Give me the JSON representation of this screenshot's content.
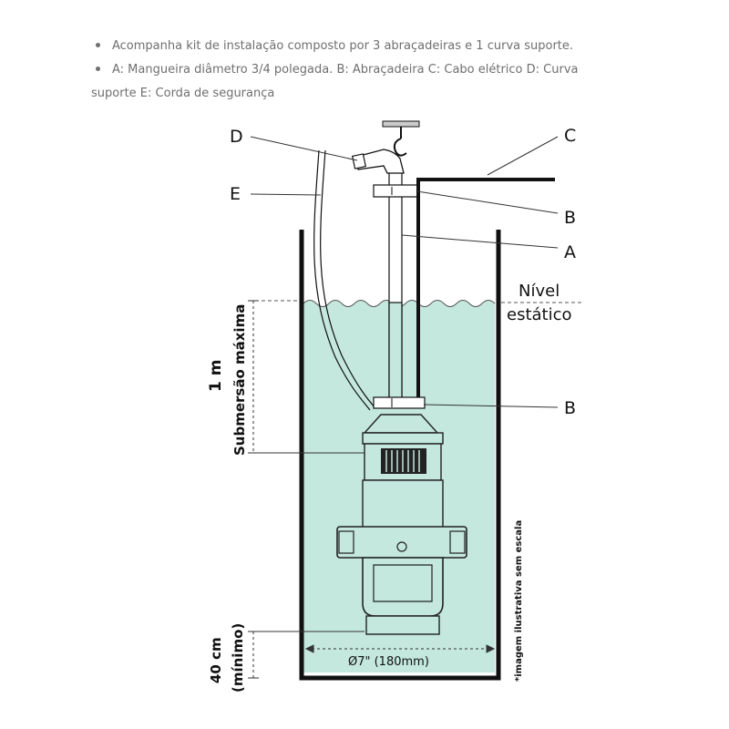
{
  "bullets": [
    {
      "text": "Acompanha kit de instalação composto por 3 abraçadeiras e 1 curva suporte."
    },
    {
      "parts": [
        {
          "key": "A:",
          "text": " Mangueira diâmetro 3/4 polegada."
        },
        {
          "key": " B:",
          "text": " Abraçadeira"
        },
        {
          "key": " C:",
          "text": " Cabo elétrico"
        },
        {
          "key": " D:",
          "text": " Curva"
        }
      ],
      "cont": [
        {
          "key": "",
          "text": "suporte"
        },
        {
          "key": " E:",
          "text": " Corda de segurança"
        }
      ]
    }
  ],
  "diagram": {
    "labels": {
      "d": "D",
      "c": "C",
      "e": "E",
      "b_top": "B",
      "a": "A",
      "b_mid": "B"
    },
    "level_line1": "Nível",
    "level_line2": "estático",
    "submersion_value": "1 m",
    "submersion_label": "Submersão máxima",
    "min_value": "40 cm",
    "min_label": "(mínimo)",
    "diameter": "Ø7\" (180mm)",
    "disclaimer": "*imagem ilustrativa sem escala",
    "colors": {
      "water": "#c4e7de",
      "line": "#111111",
      "pump": "#222222"
    }
  }
}
